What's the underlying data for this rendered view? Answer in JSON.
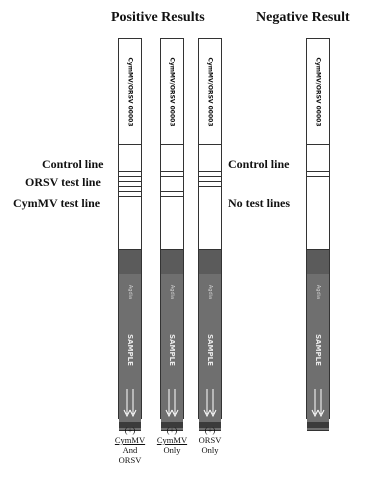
{
  "headings": {
    "positive": "Positive Results",
    "negative": "Negative Result"
  },
  "strip_text": {
    "label": "CymMV/ORSV 00003",
    "pad_small": "Agdia",
    "pad_large": "SAMPLE"
  },
  "positive_labels": {
    "control": "Control line",
    "orsv": "ORSV test line",
    "cymmv": "CymMV test line"
  },
  "negative_labels": {
    "control": "Control line",
    "no_test": "No test lines"
  },
  "captions": [
    {
      "plus": "(+)",
      "line1": "CymMV",
      "line2": "And",
      "line3": "ORSV"
    },
    {
      "plus": "(+)",
      "line1": "CymMV",
      "line2": "Only"
    },
    {
      "plus": "(+)",
      "line1": "ORSV",
      "line2": "Only"
    }
  ],
  "colors": {
    "pad": "#6f6f6f",
    "pad_shade": "#5b5b5b",
    "absorbent_band": "#3b3b3b",
    "outline": "#333333"
  }
}
